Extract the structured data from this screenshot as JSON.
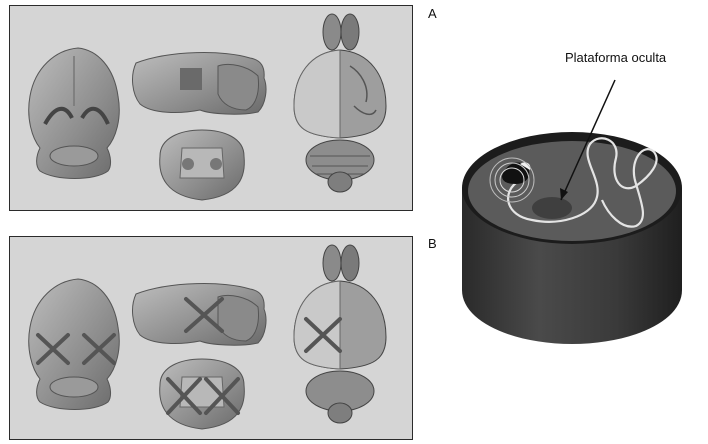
{
  "panels": [
    {
      "label": "A"
    },
    {
      "label": "B"
    }
  ],
  "maze": {
    "platform_label": "Plataforma oculta"
  }
}
